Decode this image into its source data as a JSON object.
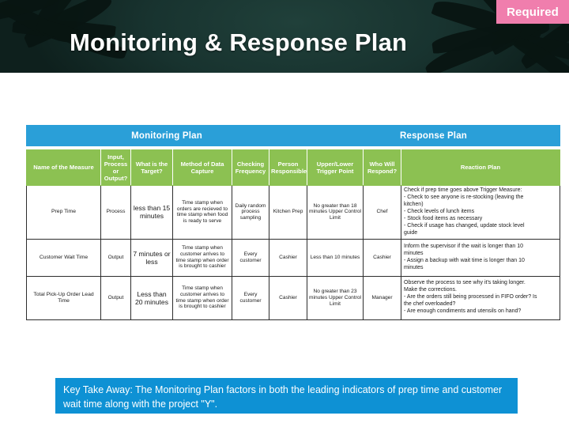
{
  "header": {
    "title": "Monitoring & Response Plan",
    "badge_label": "Required",
    "badge_color": "#f07ead",
    "background_color": "#15302c"
  },
  "table": {
    "group_headers": {
      "monitoring": "Monitoring Plan",
      "response": "Response Plan",
      "band_color": "#2a9fd8"
    },
    "header_color": "#8cc152",
    "columns": [
      "Name of the Measure",
      "Input, Process or Output?",
      "What is the Target?",
      "Method of Data Capture",
      "Checking Frequency",
      "Person Responsible",
      "Upper/Lower Trigger Point",
      "Who Will Respond?",
      "Reaction Plan"
    ],
    "rows": [
      {
        "measure": "Prep Time",
        "type": "Process",
        "target": "less than 15 minutes",
        "capture": "Time stamp when orders are recieved to time stamp when food is ready to serve",
        "frequency": "Daily random process sampling",
        "responsible": "Kitchen Prep",
        "trigger": "No greater than 18 minutes Upper Control Limit",
        "responder": "Chef",
        "reaction": [
          "Check if prep time goes above Trigger Measure:",
          "- Check to see anyone is re-stocking (leaving the",
          "kitchen)",
          "- Check levels of lunch items",
          "- Stock food items as necessary",
          "- Check if usage has changed, update stock level",
          "guide"
        ]
      },
      {
        "measure": "Customer Wait Time",
        "type": "Output",
        "target": "7 minutes or less",
        "capture": "Time stamp when customer arrives to time stamp when order is brought to cashier",
        "frequency": "Every customer",
        "responsible": "Cashier",
        "trigger": "Less than 10 minutes",
        "responder": "Cashier",
        "reaction": [
          "Inform the supervisor if the wait is longer than 10",
          "minutes",
          "- Assign a backup with wait time is longer than 10",
          "minutes"
        ]
      },
      {
        "measure": "Total Pick-Up Order Lead Time",
        "type": "Output",
        "target": "Less than 20 minutes",
        "capture": "Time stamp when customer arrives to time stamp when order is brought to cashier",
        "frequency": "Every customer",
        "responsible": "Cashier",
        "trigger": "No greater than 23 minutes Upper Control Limit",
        "responder": "Manager",
        "reaction": [
          "Observe the process to see why it's taking longer.",
          "Make the corrections.",
          "- Are the orders still being processed in FIFO order? Is",
          "the chef overloaded?",
          "- Are enough condiments and utensils on hand?"
        ]
      }
    ]
  },
  "key_takeaway": {
    "text": "Key Take Away: The Monitoring Plan factors in both the leading indicators of prep time and customer wait time along with the project \"Y\".",
    "background_color": "#0e91d4"
  }
}
